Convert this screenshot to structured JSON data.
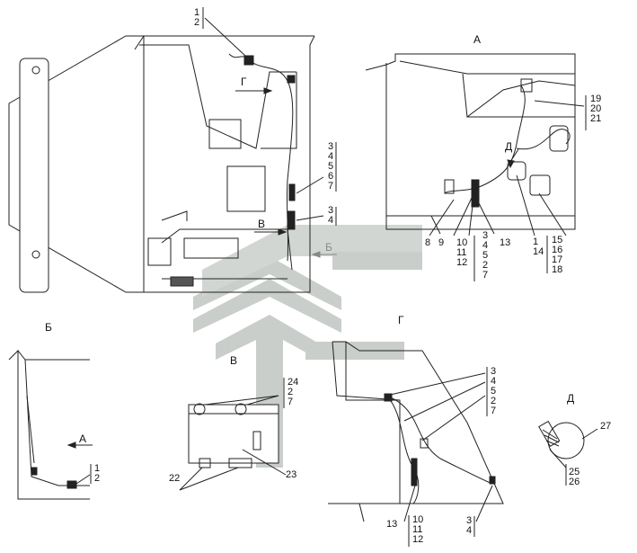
{
  "colors": {
    "line": "#222222",
    "watermark": "#c9ceca",
    "watermark_dark": "#aab2ae"
  },
  "views": {
    "A": "А",
    "B": "Б",
    "V": "В",
    "G": "Г",
    "D": "Д"
  },
  "arrows": {
    "G": "Г",
    "V": "В",
    "B": "Б",
    "D": "Д",
    "A": "А"
  },
  "callouts": {
    "top_12": [
      "1",
      "2"
    ],
    "main_3to7": [
      "3",
      "4",
      "5",
      "6",
      "7"
    ],
    "main_34": [
      "3",
      "4"
    ],
    "a_19": [
      "19",
      "20",
      "21"
    ],
    "a_8": "8",
    "a_9": "9",
    "a_13": "13",
    "a_101112": [
      "10",
      "11",
      "12"
    ],
    "a_34527": [
      "3",
      "4",
      "5",
      "2",
      "7"
    ],
    "a_114": [
      "1",
      "14"
    ],
    "a_15to18": [
      "15",
      "16",
      "17",
      "18"
    ],
    "b_12": [
      "1",
      "2"
    ],
    "v_24": [
      "24",
      "2",
      "7"
    ],
    "v_23": "23",
    "v_22": "22",
    "g_34527": [
      "3",
      "4",
      "5",
      "2",
      "7"
    ],
    "g_13": "13",
    "g_101112": [
      "10",
      "11",
      "12"
    ],
    "g_34": [
      "3",
      "4"
    ],
    "d_27": "27",
    "d_2526": [
      "25",
      "26"
    ]
  }
}
